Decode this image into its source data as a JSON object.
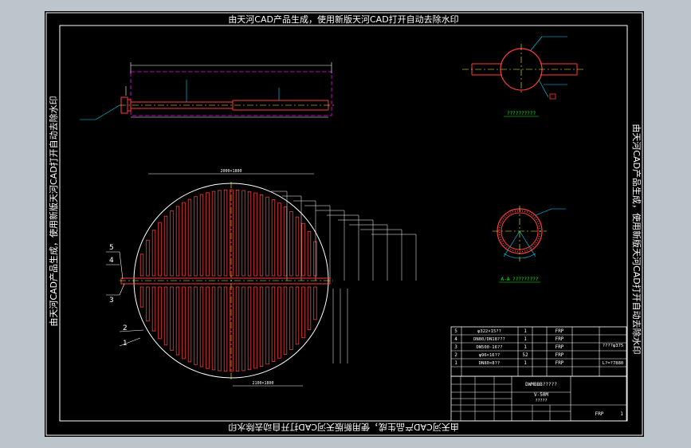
{
  "watermark": {
    "top": "由天河CAD产品生成，使用新版天河CAD打开自动去除水印",
    "bottom": "由天河CAD产品生成，使用新版天河CAD打开自动去除水印",
    "left": "由天河CAD产品生成，使用新版天河CAD打开自动去除水印",
    "right": "由天河CAD产品生成，使用新版天河CAD打开自动去除水印"
  },
  "callouts": {
    "c5": "5",
    "c4": "4",
    "c3": "3",
    "c2": "2",
    "c1": "1"
  },
  "detail": {
    "top_caption": "??????????",
    "section_caption": "A-A ?????????"
  },
  "dims": {
    "grid_width": "2000×1800",
    "bottom_dim": "2100×1800"
  },
  "bom": {
    "rows": [
      {
        "no": "5",
        "name": "φ322×15??",
        "qty": "1",
        "mat": "FRP",
        "note": ""
      },
      {
        "no": "4",
        "name": "DN80/DN18???",
        "qty": "1",
        "mat": "FRP",
        "note": "????φ375"
      },
      {
        "no": "3",
        "name": "DN500-16??",
        "qty": "1",
        "mat": "FRP",
        "note": ""
      },
      {
        "no": "2",
        "name": "φ96×16??",
        "qty": "52",
        "mat": "FRP",
        "note": ""
      },
      {
        "no": "1",
        "name": "DN80×8??",
        "qty": "1",
        "mat": "FRP",
        "note": "L?=?7880"
      }
    ],
    "drawing_no": "DWMBBB?????",
    "scale": "V-50M",
    "sheet": "?????",
    "material": "FRP",
    "page": "1"
  },
  "colors": {
    "background": "#000000",
    "frame": "#ffffff",
    "pipe": "#ff3b3b",
    "dim": "#00d7ff",
    "text": "#00ff00",
    "magenta": "#ff00ff",
    "yellow": "#ffff00"
  }
}
